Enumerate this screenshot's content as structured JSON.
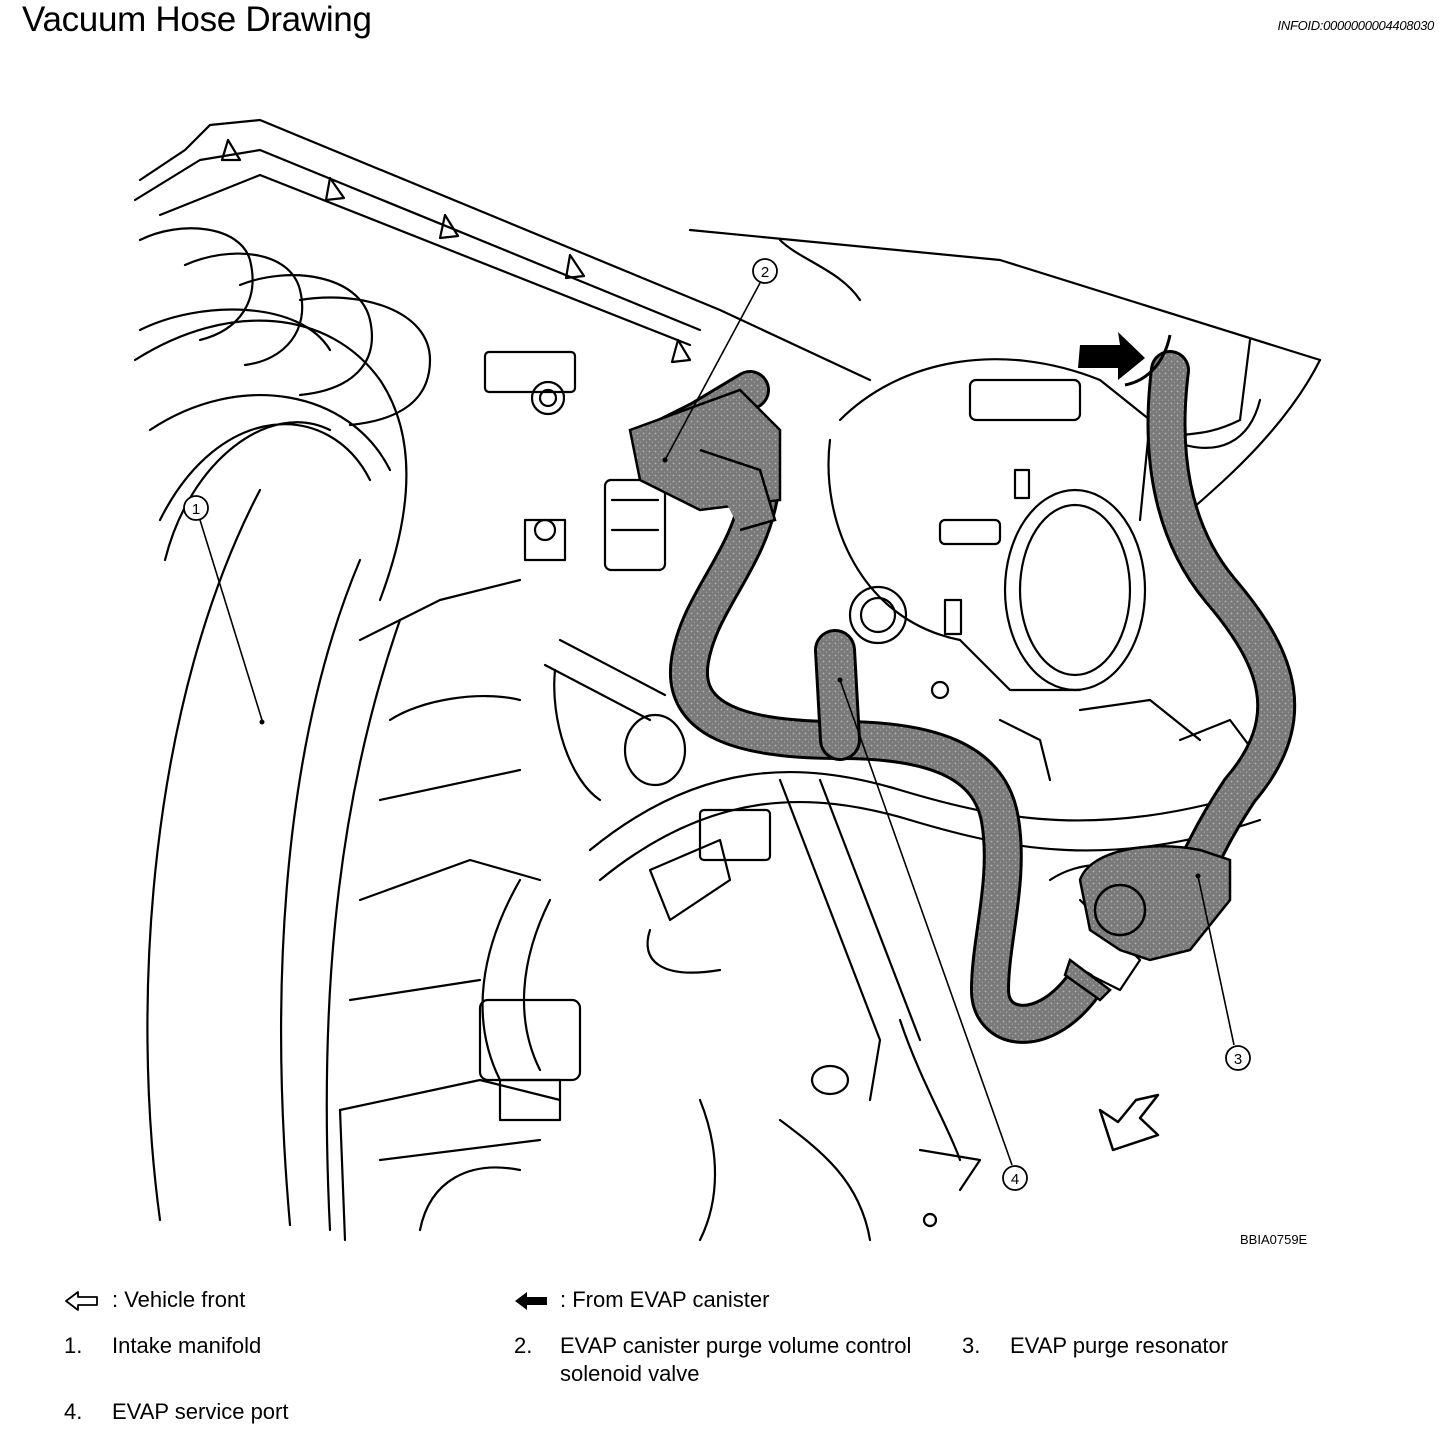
{
  "page": {
    "title": "Vacuum Hose Drawing",
    "info_id": "INFOID:0000000004408030"
  },
  "figure": {
    "code": "BBIA0759E",
    "callouts": [
      "1",
      "2",
      "3",
      "4"
    ]
  },
  "legend": {
    "arrows": [
      {
        "icon": "outline-arrow-left-icon",
        "text": ": Vehicle front"
      },
      {
        "icon": "solid-arrow-left-icon",
        "text": ": From EVAP canister"
      }
    ],
    "items": [
      {
        "num": "1.",
        "text": "Intake manifold"
      },
      {
        "num": "2.",
        "text": "EVAP canister purge volume control",
        "text2": "solenoid valve"
      },
      {
        "num": "3.",
        "text": "EVAP purge resonator"
      },
      {
        "num": "4.",
        "text": "EVAP service port"
      }
    ]
  },
  "colors": {
    "hose_fill": "#8c8c8c",
    "line": "#000000",
    "background": "#ffffff"
  }
}
